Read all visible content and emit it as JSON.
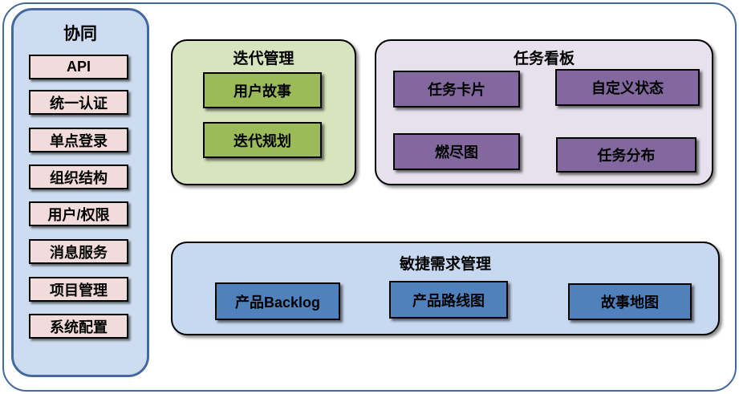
{
  "colors": {
    "frame_border": "#44699E",
    "sidebar_border": "#44699E",
    "sidebar_fill": "#CDDCF1",
    "sidebar_item_fill": "#F2DCDB",
    "iteration_fill": "#D8E4BD",
    "iteration_item_fill": "#9BBB59",
    "kanban_fill": "#E6E1EC",
    "kanban_item_fill": "#82689F",
    "requirements_fill": "#C7D9F0",
    "requirements_item_fill": "#4F81BD",
    "box_border": "#000000"
  },
  "sidebar": {
    "title": "协同",
    "items": [
      "API",
      "统一认证",
      "单点登录",
      "组织结构",
      "用户/权限",
      "消息服务",
      "项目管理",
      "系统配置"
    ]
  },
  "panels": {
    "iteration": {
      "title": "迭代管理",
      "items": [
        "用户故事",
        "迭代规划"
      ]
    },
    "kanban": {
      "title": "任务看板",
      "items": [
        "任务卡片",
        "自定义状态",
        "燃尽图",
        "任务分布"
      ]
    },
    "requirements": {
      "title": "敏捷需求管理",
      "items": [
        "产品Backlog",
        "产品路线图",
        "故事地图"
      ]
    }
  }
}
